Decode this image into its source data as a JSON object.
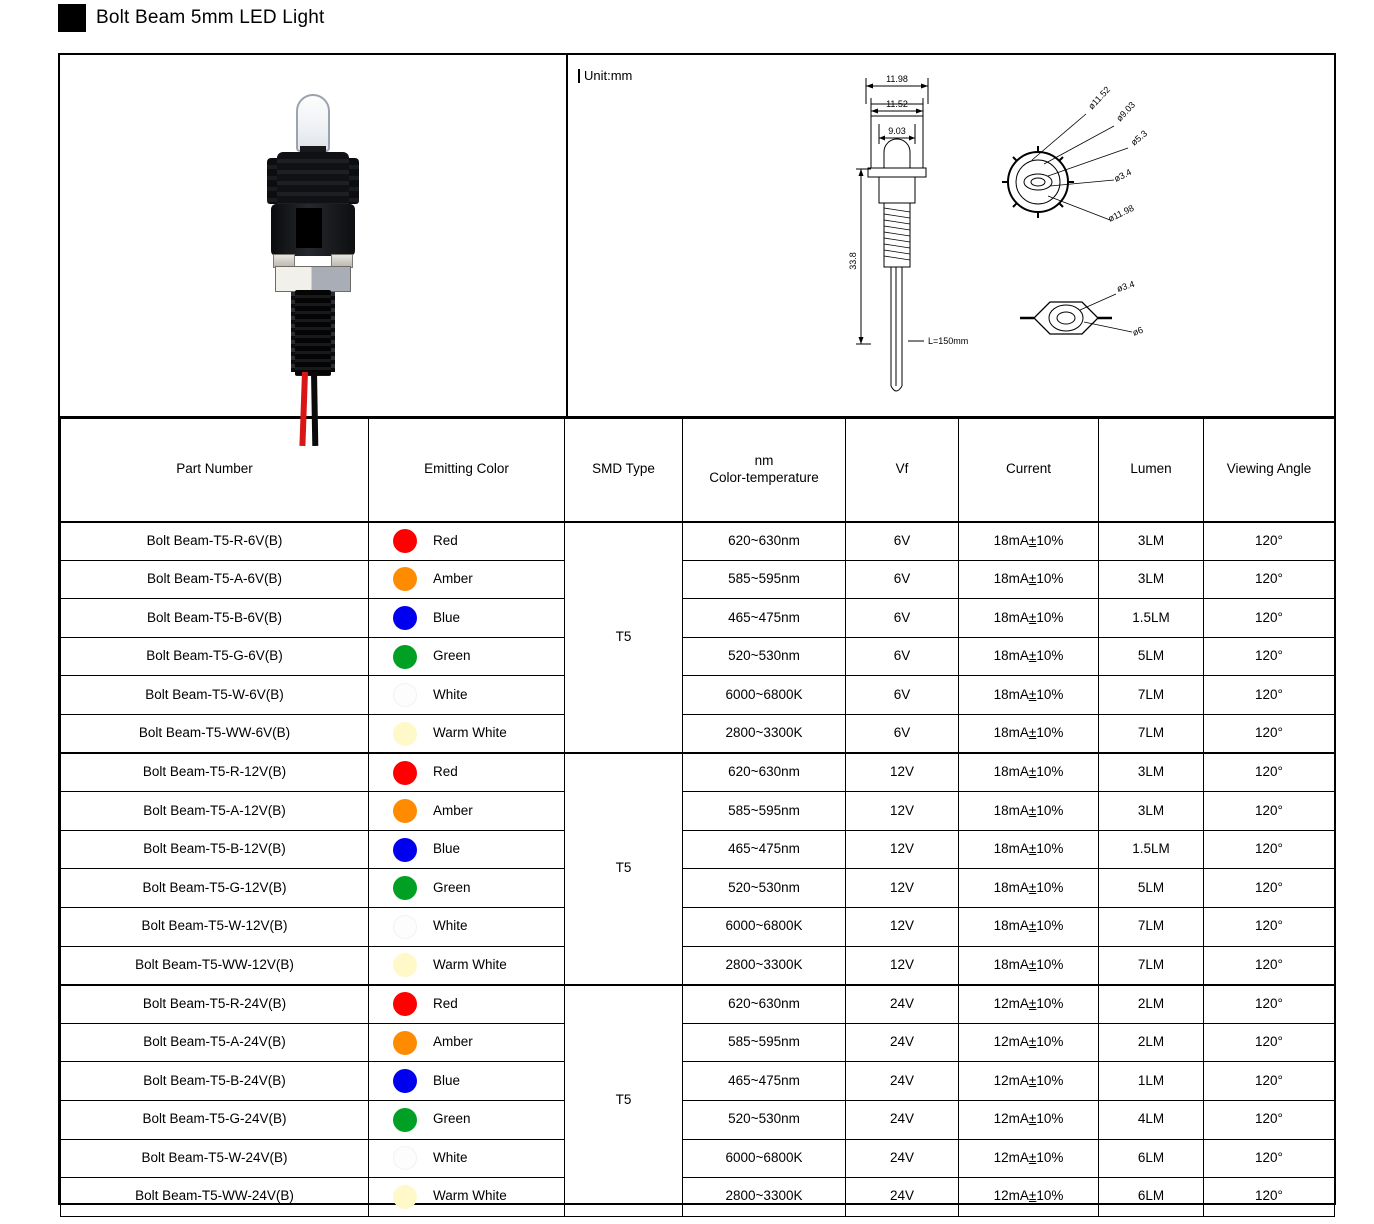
{
  "document": {
    "title": "Bolt Beam 5mm LED Light",
    "unit_label": "Unit:mm"
  },
  "drawing": {
    "dimensions": {
      "outer_width": "11.98",
      "flange_width": "11.52",
      "lens_width": "9.03",
      "total_height": "33.8",
      "wire_length": "L=150mm"
    },
    "front_callouts": [
      "ø11.52",
      "ø9.03",
      "ø5.3",
      "ø3.4",
      "ø11.98"
    ],
    "nut_callouts": [
      "ø3.4",
      "ø6"
    ]
  },
  "table": {
    "headers": [
      "Part Number",
      "Emitting Color",
      "SMD Type",
      "nm\nColor-temperature",
      "Vf",
      "Current",
      "Lumen",
      "Viewing Angle"
    ],
    "header_nm_line1": "nm",
    "header_nm_line2": "Color-temperature",
    "groups": [
      {
        "smd_type": "T5",
        "rows": [
          {
            "part": "Bolt Beam-T5-R-6V(B)",
            "color": "Red",
            "swatch": "#FF0000",
            "nm": "620~630nm",
            "vf": "6V",
            "current_pre": "18mA",
            "current_pm": "±",
            "current_post": "10%",
            "lumen": "3LM",
            "angle": "120°"
          },
          {
            "part": "Bolt Beam-T5-A-6V(B)",
            "color": "Amber",
            "swatch": "#FF8C00",
            "nm": "585~595nm",
            "vf": "6V",
            "current_pre": "18mA",
            "current_pm": "±",
            "current_post": "10%",
            "lumen": "3LM",
            "angle": "120°"
          },
          {
            "part": "Bolt Beam-T5-B-6V(B)",
            "color": "Blue",
            "swatch": "#0000EE",
            "nm": "465~475nm",
            "vf": "6V",
            "current_pre": "18mA",
            "current_pm": "±",
            "current_post": "10%",
            "lumen": "1.5LM",
            "angle": "120°"
          },
          {
            "part": "Bolt Beam-T5-G-6V(B)",
            "color": "Green",
            "swatch": "#00A025",
            "nm": "520~530nm",
            "vf": "6V",
            "current_pre": "18mA",
            "current_pm": "±",
            "current_post": "10%",
            "lumen": "5LM",
            "angle": "120°"
          },
          {
            "part": "Bolt Beam-T5-W-6V(B)",
            "color": "White",
            "swatch": "#FDFDFD",
            "nm": "6000~6800K",
            "vf": "6V",
            "current_pre": "18mA",
            "current_pm": "±",
            "current_post": "10%",
            "lumen": "7LM",
            "angle": "120°"
          },
          {
            "part": "Bolt Beam-T5-WW-6V(B)",
            "color": "Warm White",
            "swatch": "#FFF8C8",
            "nm": "2800~3300K",
            "vf": "6V",
            "current_pre": "18mA",
            "current_pm": "±",
            "current_post": "10%",
            "lumen": "7LM",
            "angle": "120°"
          }
        ]
      },
      {
        "smd_type": "T5",
        "rows": [
          {
            "part": "Bolt Beam-T5-R-12V(B)",
            "color": "Red",
            "swatch": "#FF0000",
            "nm": "620~630nm",
            "vf": "12V",
            "current_pre": "18mA",
            "current_pm": "±",
            "current_post": "10%",
            "lumen": "3LM",
            "angle": "120°"
          },
          {
            "part": "Bolt Beam-T5-A-12V(B)",
            "color": "Amber",
            "swatch": "#FF8C00",
            "nm": "585~595nm",
            "vf": "12V",
            "current_pre": "18mA",
            "current_pm": "±",
            "current_post": "10%",
            "lumen": "3LM",
            "angle": "120°"
          },
          {
            "part": "Bolt Beam-T5-B-12V(B)",
            "color": "Blue",
            "swatch": "#0000EE",
            "nm": "465~475nm",
            "vf": "12V",
            "current_pre": "18mA",
            "current_pm": "±",
            "current_post": "10%",
            "lumen": "1.5LM",
            "angle": "120°"
          },
          {
            "part": "Bolt Beam-T5-G-12V(B)",
            "color": "Green",
            "swatch": "#00A025",
            "nm": "520~530nm",
            "vf": "12V",
            "current_pre": "18mA",
            "current_pm": "±",
            "current_post": "10%",
            "lumen": "5LM",
            "angle": "120°"
          },
          {
            "part": "Bolt Beam-T5-W-12V(B)",
            "color": "White",
            "swatch": "#FDFDFD",
            "nm": "6000~6800K",
            "vf": "12V",
            "current_pre": "18mA",
            "current_pm": "±",
            "current_post": "10%",
            "lumen": "7LM",
            "angle": "120°"
          },
          {
            "part": "Bolt Beam-T5-WW-12V(B)",
            "color": "Warm White",
            "swatch": "#FFF8C8",
            "nm": "2800~3300K",
            "vf": "12V",
            "current_pre": "18mA",
            "current_pm": "±",
            "current_post": "10%",
            "lumen": "7LM",
            "angle": "120°"
          }
        ]
      },
      {
        "smd_type": "T5",
        "rows": [
          {
            "part": "Bolt Beam-T5-R-24V(B)",
            "color": "Red",
            "swatch": "#FF0000",
            "nm": "620~630nm",
            "vf": "24V",
            "current_pre": "12mA",
            "current_pm": "±",
            "current_post": "10%",
            "lumen": "2LM",
            "angle": "120°"
          },
          {
            "part": "Bolt Beam-T5-A-24V(B)",
            "color": "Amber",
            "swatch": "#FF8C00",
            "nm": "585~595nm",
            "vf": "24V",
            "current_pre": "12mA",
            "current_pm": "±",
            "current_post": "10%",
            "lumen": "2LM",
            "angle": "120°"
          },
          {
            "part": "Bolt Beam-T5-B-24V(B)",
            "color": "Blue",
            "swatch": "#0000EE",
            "nm": "465~475nm",
            "vf": "24V",
            "current_pre": "12mA",
            "current_pm": "±",
            "current_post": "10%",
            "lumen": "1LM",
            "angle": "120°"
          },
          {
            "part": "Bolt Beam-T5-G-24V(B)",
            "color": "Green",
            "swatch": "#00A025",
            "nm": "520~530nm",
            "vf": "24V",
            "current_pre": "12mA",
            "current_pm": "±",
            "current_post": "10%",
            "lumen": "4LM",
            "angle": "120°"
          },
          {
            "part": "Bolt Beam-T5-W-24V(B)",
            "color": "White",
            "swatch": "#FDFDFD",
            "nm": "6000~6800K",
            "vf": "24V",
            "current_pre": "12mA",
            "current_pm": "±",
            "current_post": "10%",
            "lumen": "6LM",
            "angle": "120°"
          },
          {
            "part": "Bolt Beam-T5-WW-24V(B)",
            "color": "Warm White",
            "swatch": "#FFF8C8",
            "nm": "2800~3300K",
            "vf": "24V",
            "current_pre": "12mA",
            "current_pm": "±",
            "current_post": "10%",
            "lumen": "6LM",
            "angle": "120°"
          }
        ]
      }
    ]
  }
}
